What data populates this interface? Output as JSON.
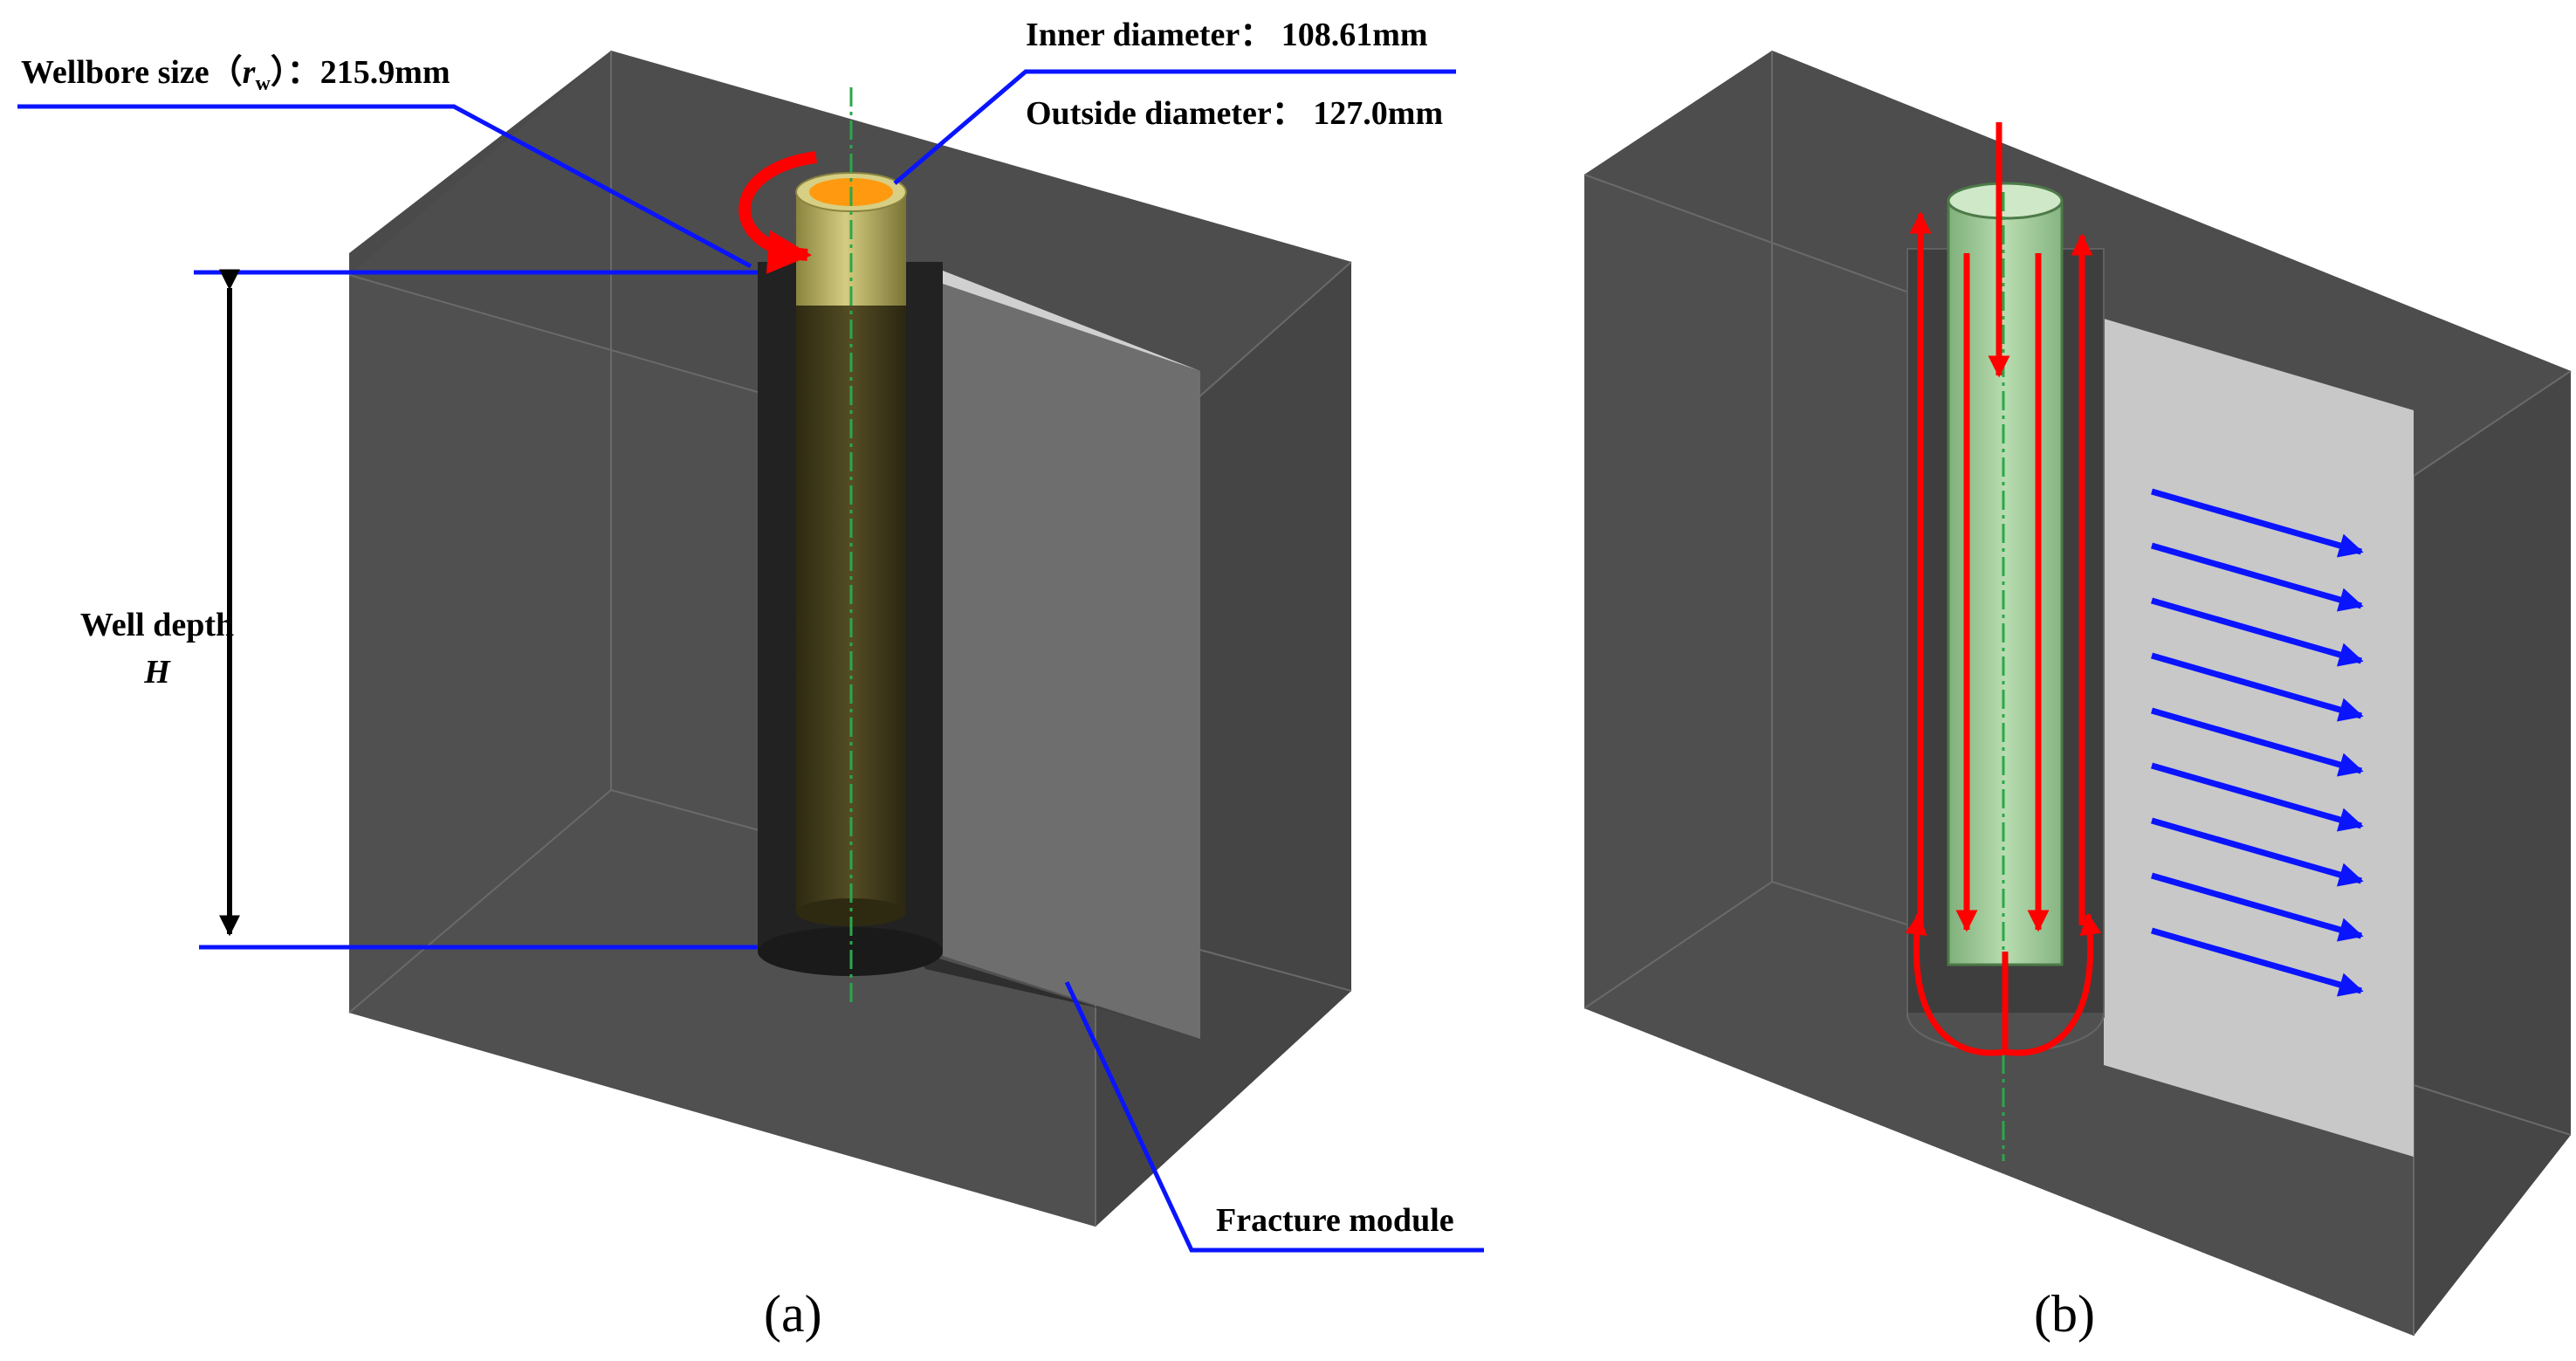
{
  "panel_a": {
    "wellbore_size_prefix": "Wellbore size（",
    "wellbore_size_symbol": "r",
    "wellbore_size_subscript": "w",
    "wellbore_size_suffix": "）：215.9mm",
    "inner_diameter": "Inner diameter： 108.61mm",
    "outside_diameter": "Outside diameter： 127.0mm",
    "well_depth": "Well depth",
    "well_depth_symbol": "H",
    "fracture_module": "Fracture module",
    "caption": "(a)"
  },
  "panel_b": {
    "caption": "(b)"
  },
  "colors": {
    "block": "#4a4a4a",
    "block_edge": "#6a6a6a",
    "fracture": "#c8c8c8",
    "casing_gold": "#b8b060",
    "casing_gold_dark": "#4a4420",
    "inner_orange": "#ff9a10",
    "tube_green": "#a8d4a0",
    "flow_red": "#ff0000",
    "lateral_blue": "#0a14ff",
    "leader_blue": "#0a14ff",
    "axis_green": "#2aa84a"
  }
}
